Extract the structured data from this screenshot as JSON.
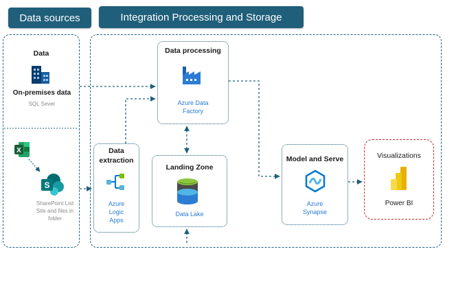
{
  "banners": {
    "data_sources": "Data sources",
    "integration": "Integration Processing and Storage"
  },
  "sources": {
    "data_title": "Data",
    "onprem_label": "On-premises data",
    "onprem_sub": "SQL Sever",
    "sharepoint_line1": "SharePoint List",
    "sharepoint_line2": "Site and files in",
    "sharepoint_line3": "folder"
  },
  "processing": {
    "title": "Data processing",
    "service_line1": "Azure Data",
    "service_line2": "Factory"
  },
  "extraction": {
    "title_line1": "Data",
    "title_line2": "extraction",
    "service_line1": "Azure",
    "service_line2": "Logic",
    "service_line3": "Apps"
  },
  "landing": {
    "title": "Landing Zone",
    "service": "Data Lake"
  },
  "model": {
    "title": "Model and Serve",
    "service_line1": "Azure",
    "service_line2": "Synapse"
  },
  "visualizations": {
    "title": "Visualizations",
    "service": "Power BI"
  },
  "colors": {
    "banner": "#1f5f7a",
    "border": "#1f5f7a",
    "azure_text": "#2b7cd3",
    "visualization_border": "#c0262b",
    "power_bi": "#f2c811"
  }
}
